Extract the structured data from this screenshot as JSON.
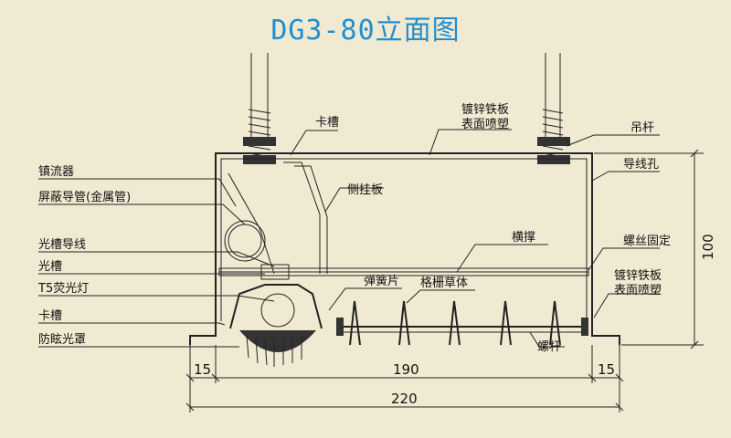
{
  "title": "DG3-80立面图",
  "labels": {
    "card_slot_top": "卡槽",
    "galv_plate_top_1": "镀锌铁板",
    "galv_plate_top_2": "表面喷塑",
    "hanger_rod": "吊杆",
    "wire_hole": "导线孔",
    "ballast": "镇流器",
    "shield_pipe": "屏蔽导管(金属管)",
    "side_hanger": "侧挂板",
    "light_slot_wire": "光槽导线",
    "light_slot": "光槽",
    "cross_brace": "横撑",
    "screw_fix": "螺丝固定",
    "spring_plate": "弹簧片",
    "grille_body": "格栅草体",
    "fluorescent": "T5荧光灯",
    "galv_plate_right_1": "镀锌铁板",
    "galv_plate_right_2": "表面喷塑",
    "card_slot_bottom": "卡槽",
    "screw_rod": "螺杆",
    "anti_glare": "防眩光罩"
  },
  "dimensions": {
    "left": "15",
    "middle": "190",
    "right": "15",
    "total": "220",
    "height": "100"
  }
}
